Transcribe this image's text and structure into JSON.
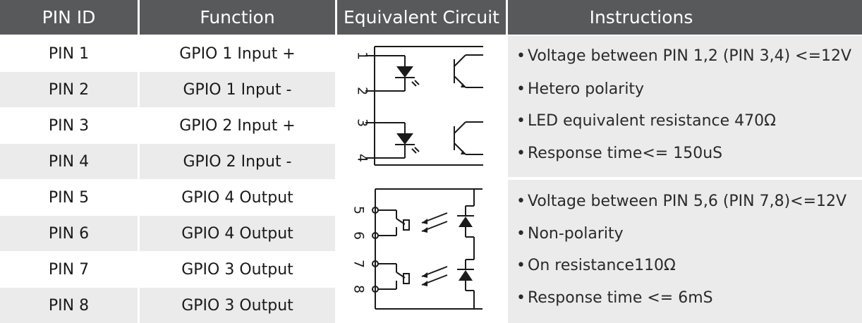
{
  "headers": [
    "PIN ID",
    "Function",
    "Equivalent Circuit",
    "Instructions"
  ],
  "rows": [
    {
      "pin": "PIN 1",
      "func": "GPIO 1 Input +"
    },
    {
      "pin": "PIN 2",
      "func": "GPIO 1 Input -"
    },
    {
      "pin": "PIN 3",
      "func": "GPIO 2 Input +"
    },
    {
      "pin": "PIN 4",
      "func": "GPIO 2 Input -"
    },
    {
      "pin": "PIN 5",
      "func": "GPIO 4 Output"
    },
    {
      "pin": "PIN 6",
      "func": "GPIO 4 Output"
    },
    {
      "pin": "PIN 7",
      "func": "GPIO 3 Output"
    },
    {
      "pin": "PIN 8",
      "func": "GPIO 3 Output"
    }
  ],
  "instructions": {
    "bullet": "•",
    "input": [
      "Voltage between PIN 1,2 (PIN 3,4) <=12V",
      "Hetero polarity",
      "LED equivalent resistance 470Ω",
      "Response time<= 150uS"
    ],
    "output": [
      "Voltage between PIN 5,6 (PIN 7,8)<=12V",
      "Non-polarity",
      "On resistance110Ω",
      "Response time <= 6mS"
    ]
  },
  "circuit": {
    "input_pin_labels": [
      "1",
      "2",
      "3",
      "4"
    ],
    "output_pin_labels": [
      "5",
      "6",
      "7",
      "8"
    ]
  },
  "colors": {
    "header_bg": "#58595b",
    "row_light": "#ffffff",
    "row_dark": "#ebebeb",
    "instructions_bg": "#ebebeb",
    "line": "#1a1a1a"
  }
}
